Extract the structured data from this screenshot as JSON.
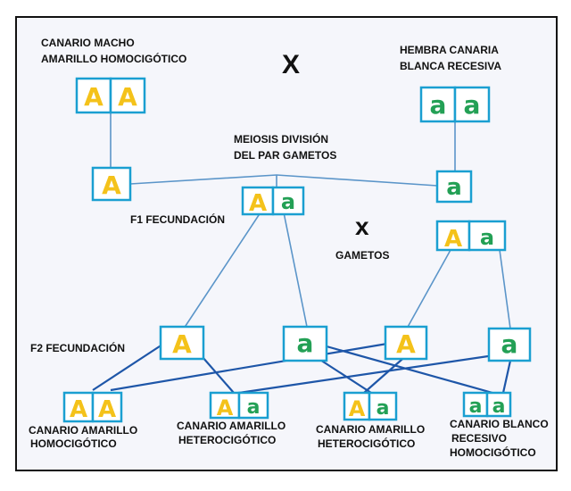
{
  "labels": {
    "male_title_1": "CANARIO MACHO",
    "male_title_2": "AMARILLO HOMOCIGÓTICO",
    "cross_top": "X",
    "female_title_1": "HEMBRA CANARIA",
    "female_title_2": "BLANCA RECESIVA",
    "meiosis_1": "MEIOSIS DIVISIÓN",
    "meiosis_2": "DEL PAR GAMETOS",
    "f1": "F1  FECUNDACIÓN",
    "cross_mid": "x",
    "gametos": "GAMETOS",
    "f2": "F2  FECUNDACIÓN"
  },
  "alleles": {
    "dominant": "A",
    "recessive": "a"
  },
  "outcomes": [
    {
      "lines": [
        "CANARIO AMARILLO",
        "HOMOCIGÓTICO"
      ]
    },
    {
      "lines": [
        "CANARIO AMARILLO",
        "HETEROCIGÓTICO"
      ]
    },
    {
      "lines": [
        "CANARIO AMARILLO",
        "HETEROCIGÓTICO"
      ]
    },
    {
      "lines": [
        "CANARIO BLANCO",
        "RECESIVO",
        "HOMOCIGÓTICO"
      ]
    }
  ],
  "colors": {
    "dominant_letter": "#f4c21a",
    "recessive_letter": "#23a055",
    "box_border": "#1a9fd1",
    "line": "#5b95c9"
  }
}
